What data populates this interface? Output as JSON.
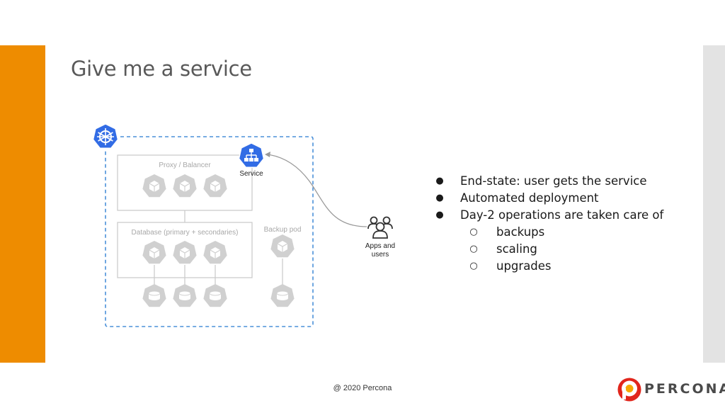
{
  "slide": {
    "title": "Give me a service",
    "footer": "@ 2020 Percona",
    "logo_text": "PERCONA",
    "colors": {
      "accent_orange": "#EE8C00",
      "side_gray": "#E3E3E3",
      "k8s_blue": "#326CE5",
      "node_gray": "#D0D0D0"
    }
  },
  "diagram": {
    "proxy_label": "Proxy / Balancer",
    "database_label": "Database (primary + secondaries)",
    "backup_label": "Backup pod",
    "service_label": "Service",
    "apps_label_line1": "Apps and",
    "apps_label_line2": "users",
    "icons": [
      "kubernetes-icon",
      "service-icon",
      "pod-icon",
      "volume-icon",
      "users-icon"
    ]
  },
  "bullets": {
    "items": [
      "End-state: user gets the service",
      "Automated deployment",
      "Day-2 operations are taken care of"
    ],
    "sub_items": [
      "backups",
      "scaling",
      "upgrades"
    ]
  }
}
